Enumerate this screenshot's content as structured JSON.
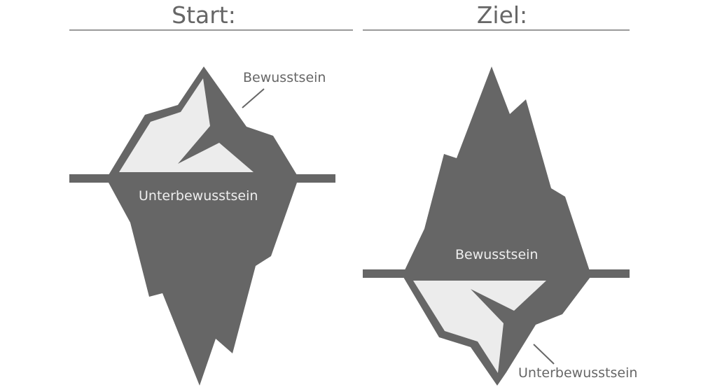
{
  "panels": [
    {
      "heading": "Start:",
      "labels": {
        "above_water": "Bewusstsein",
        "below_water": "Unterbewusstsein"
      }
    },
    {
      "heading": "Ziel:",
      "labels": {
        "above_water": "Bewusstsein",
        "below_water": "Unterbewusstsein"
      }
    }
  ],
  "colors": {
    "iceberg_dark": "#666666",
    "iceberg_light": "#ececec",
    "text": "#666666",
    "divider": "#9a9a9a"
  }
}
